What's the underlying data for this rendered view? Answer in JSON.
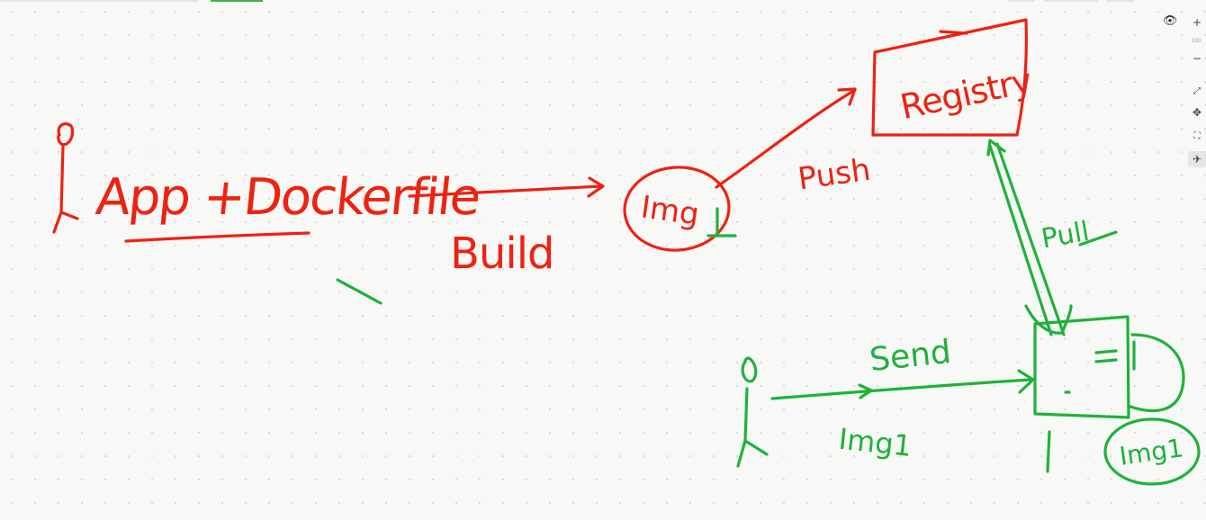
{
  "colors": {
    "red": "#ee2211",
    "green": "#1fb23a",
    "canvas": "#f8f8f7"
  },
  "labels": {
    "app": "App +Dockerfile",
    "build": "Build",
    "img": "Img",
    "push": "Push",
    "registry": "Registry",
    "pull": "Pull",
    "send": "Send",
    "img1_a": "Img1",
    "img1_b": "Img1"
  },
  "toolbar": {
    "eye_icon": "👁",
    "zoom_in": "+",
    "zoom_pct": "100",
    "zoom_out": "−",
    "tool1": "⤢",
    "tool2": "✥",
    "tool3": "⛶",
    "tool4": "✈"
  }
}
